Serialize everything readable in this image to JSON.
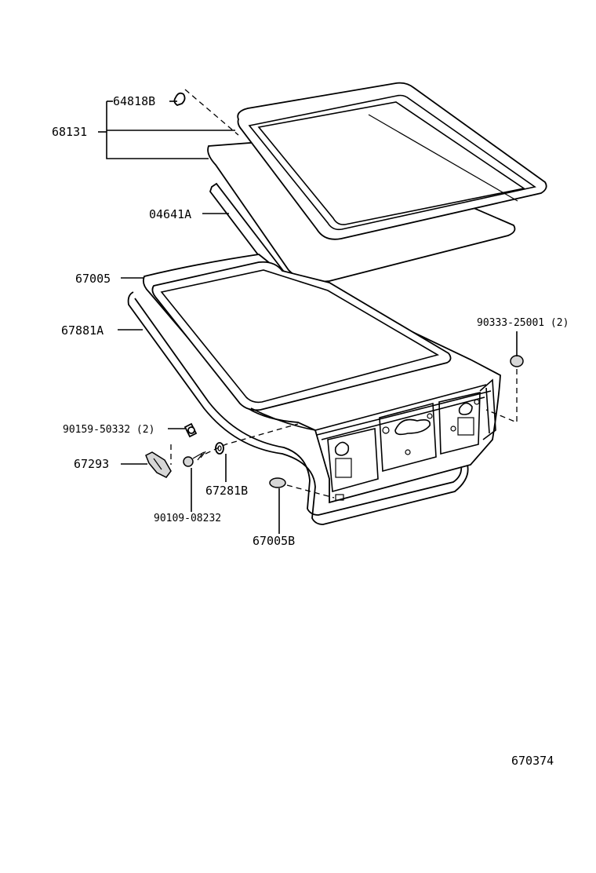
{
  "diagram_id": "670374",
  "labels": {
    "p64818B": "64818B",
    "p68131": "68131",
    "p04641A": "04641A",
    "p67005": "67005",
    "p67881A": "67881A",
    "p90333": "90333-25001 (2)",
    "p90159": "90159-50332 (2)",
    "p67293": "67293",
    "p67281B": "67281B",
    "p90109": "90109-08232",
    "p67005B": "67005B"
  }
}
